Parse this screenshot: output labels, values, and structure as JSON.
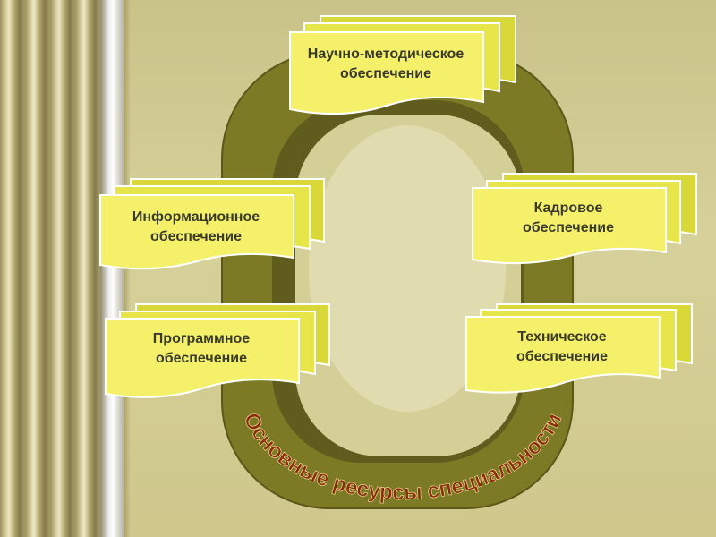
{
  "colors": {
    "ring_outer": "#7d7a26",
    "ring_inner": "#5e5b1d",
    "card_fill": "#f4f06a",
    "card_back": "#d8d838",
    "card_stroke": "#ffffff",
    "ring_text": "#8c2a0c"
  },
  "diagram": {
    "ring_caption": "Основные ресурсы специальности",
    "nodes": [
      {
        "id": "nauchno",
        "line1": "Научно-методическое",
        "line2": "обеспечение"
      },
      {
        "id": "info",
        "line1": "Информационное",
        "line2": "обеспечение"
      },
      {
        "id": "kadr",
        "line1": "Кадровое",
        "line2": "обеспечение"
      },
      {
        "id": "prog",
        "line1": "Программное",
        "line2": "обеспечение"
      },
      {
        "id": "tech",
        "line1": "Техническое",
        "line2": "обеспечение"
      }
    ]
  }
}
